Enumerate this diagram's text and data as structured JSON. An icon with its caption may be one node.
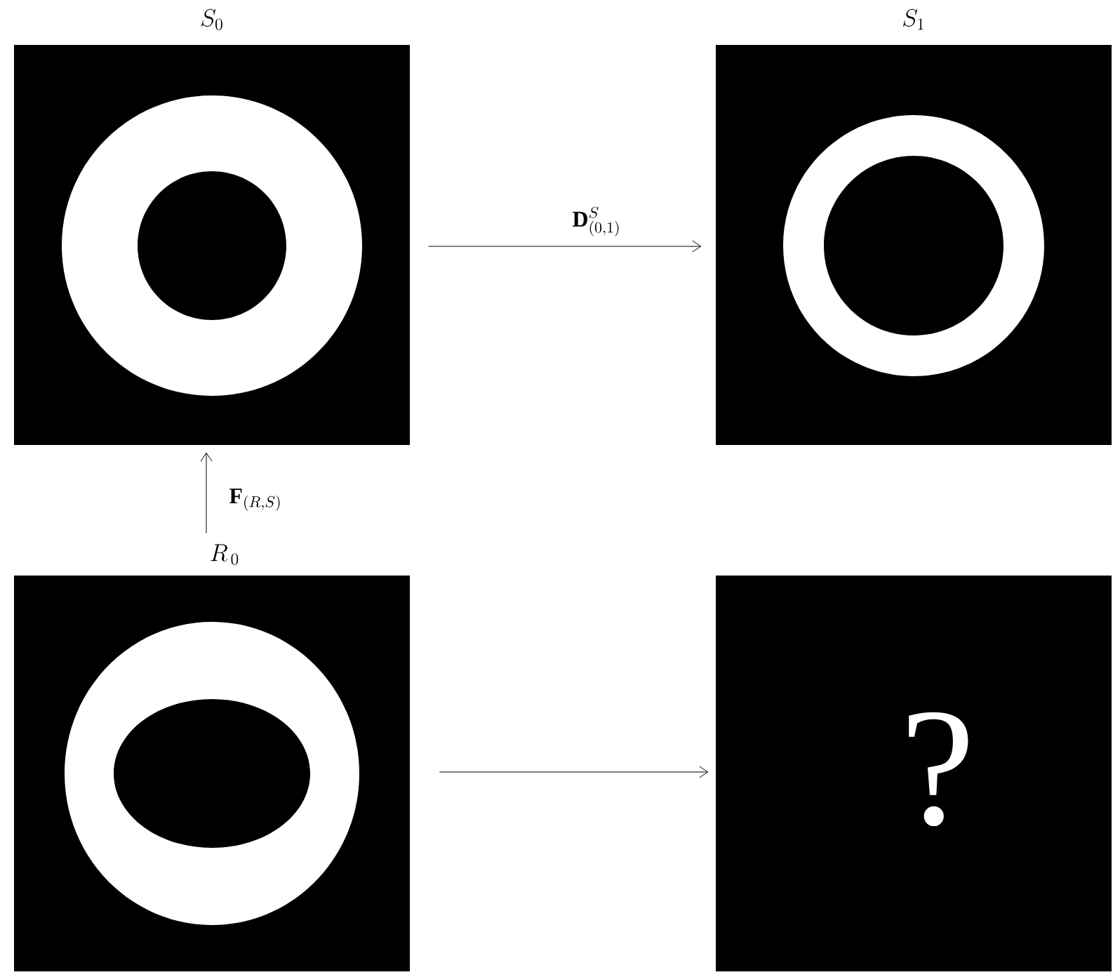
{
  "diagram": {
    "nodes": [
      {
        "text": [
          "S_0"
        ]
      },
      {
        "text": [
          "S_1"
        ]
      },
      {
        "text": [
          "R_{\\,0}"
        ]
      },
      {
        "text": [
          "?"
        ]
      }
    ],
    "edges": [
      {
        "from": 0,
        "to": 1,
        "arrow": "to",
        "label": "\\mathbf{D}^{S}_{(0,1)}"
      },
      {
        "from": 2,
        "to": 0,
        "arrow": "to",
        "label": "\\mathbf{F}_{(R,S)}"
      },
      {
        "from": 2,
        "to": 3,
        "arrow": "to"
      }
    ]
  }
}
